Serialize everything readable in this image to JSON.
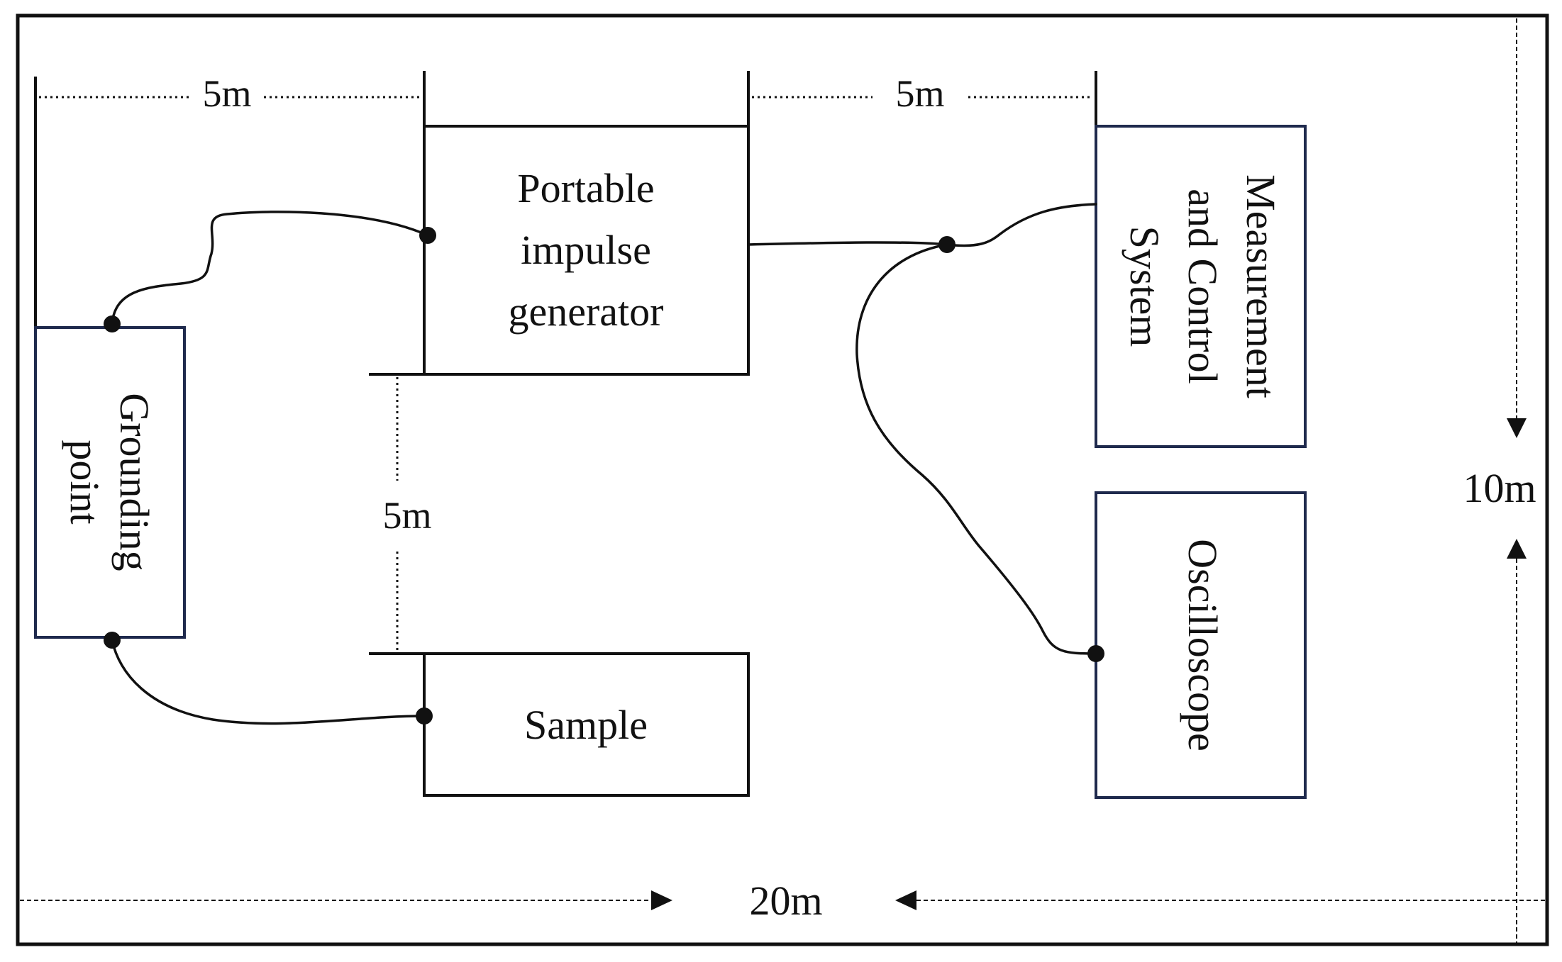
{
  "blocks": {
    "generator": "Portable impulse generator",
    "generator_lines": [
      "Portable",
      "impulse",
      "generator"
    ],
    "grounding_lines": [
      "Grounding",
      "point"
    ],
    "measurement_lines": [
      "Measurement",
      "and Control",
      "System"
    ],
    "oscilloscope": "Oscilloscope",
    "sample": "Sample"
  },
  "dimensions": {
    "top_left": "5m",
    "top_right": "5m",
    "vertical_mid": "5m",
    "height": "10m",
    "width": "20m"
  },
  "colors": {
    "ink": "#111111",
    "navy_border": "#1f2a4d",
    "background": "#ffffff"
  }
}
